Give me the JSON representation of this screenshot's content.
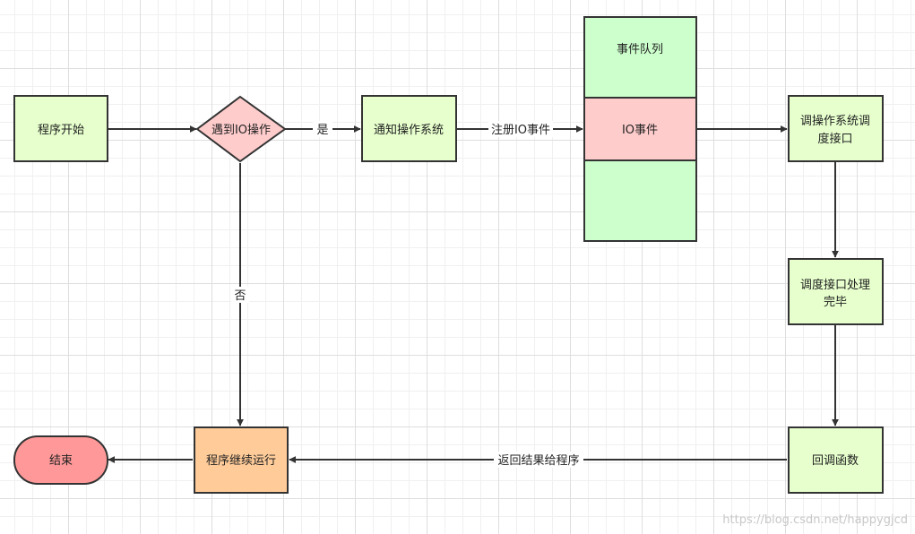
{
  "colors": {
    "process_fill": "#e6ffcc",
    "decision_fill": "#ffcccc",
    "queue_fill": "#ccffcc",
    "event_fill": "#ffcccc",
    "continue_fill": "#ffcc99",
    "end_fill": "#ff9999",
    "stroke": "#333333"
  },
  "nodes": {
    "start": "程序开始",
    "decision": "遇到IO操作",
    "notify_os": "通知操作系统",
    "queue_title": "事件队列",
    "io_event": "IO事件",
    "dispatch_line1": "调操作系统调",
    "dispatch_line2": "度接口",
    "done_line1": "调度接口处理",
    "done_line2": "完毕",
    "callback": "回调函数",
    "continue": "程序继续运行",
    "end": "结束"
  },
  "edges": {
    "yes": "是",
    "no": "否",
    "register_io": "注册IO事件",
    "return_result": "返回结果给程序"
  },
  "watermark": "https://blog.csdn.net/happygjcd"
}
